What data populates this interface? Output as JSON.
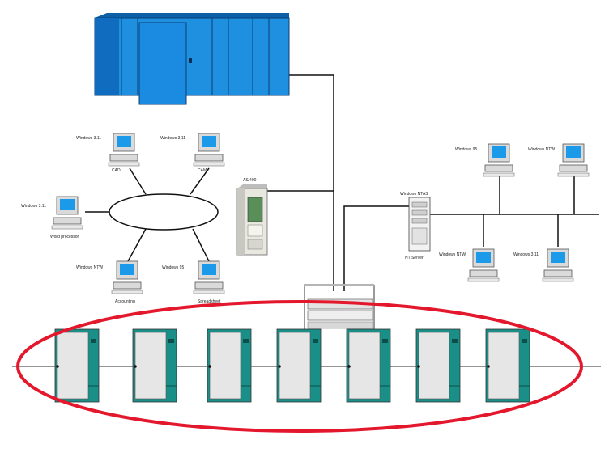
{
  "colors": {
    "mainframe": "#1f8fe0",
    "mainframe_dark": "#0d5fa8",
    "screen": "#1a9ae8",
    "server_panel": "#e6e6e6",
    "server_side": "#1a8f88",
    "ring": "#e3182d",
    "line": "#111111",
    "pc_body": "#dadada"
  },
  "workstations": {
    "ring_top_left": {
      "os": "Windows 3.11",
      "role": "CAD"
    },
    "ring_top_right": {
      "os": "Windows 3.11",
      "role": "CAM"
    },
    "ring_left": {
      "os": "Windows 3.11",
      "role": "Word processor"
    },
    "ring_bottom_left": {
      "os": "Windows NTW",
      "role": "Accounting"
    },
    "ring_bottom_right": {
      "os": "Windows 95",
      "role": "Spreadsheet"
    },
    "lan_top_left": {
      "os": "Windows 95"
    },
    "lan_top_right": {
      "os": "Windows NTW"
    },
    "lan_bottom_left": {
      "os": "Windows NTW"
    },
    "lan_bottom_right": {
      "os": "Windows 3.11"
    }
  },
  "midrange": {
    "label": "AS/400"
  },
  "nt_server": {
    "top_label": "Windows NTAS",
    "bottom_label": "NT Server"
  }
}
